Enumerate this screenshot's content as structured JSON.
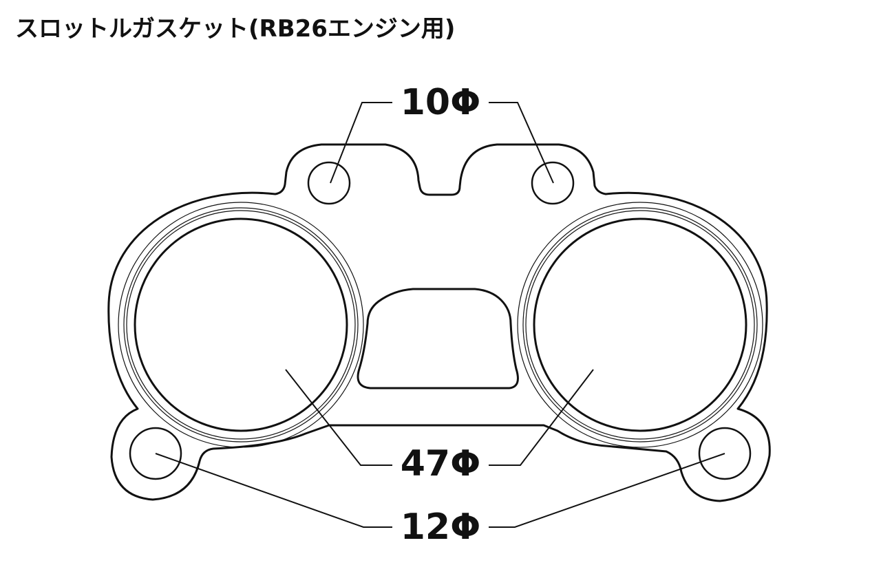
{
  "title": "スロットルガスケット(RB26エンジン用)",
  "labels": {
    "bolt_hole_top": "10Φ",
    "bore": "47Φ",
    "bolt_hole_bottom": "12Φ"
  },
  "colors": {
    "line": "#111111",
    "background": "#ffffff"
  }
}
